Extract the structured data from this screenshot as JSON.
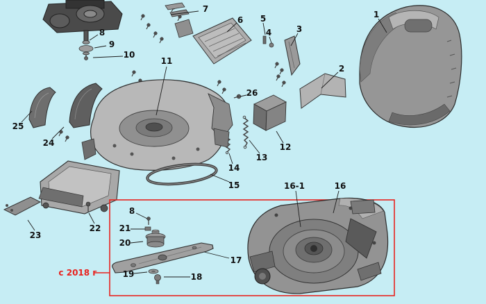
{
  "diagram": {
    "background_color": "#c6edf4",
    "highlight_color": "#e8211d",
    "note": {
      "label": "с 2018 г"
    },
    "callouts": [
      {
        "label": "7"
      },
      {
        "label": "6"
      },
      {
        "label": "5"
      },
      {
        "label": "4"
      },
      {
        "label": "3"
      },
      {
        "label": "1"
      },
      {
        "label": "8"
      },
      {
        "label": "9"
      },
      {
        "label": "10"
      },
      {
        "label": "11"
      },
      {
        "label": "2"
      },
      {
        "label": "26"
      },
      {
        "label": "12"
      },
      {
        "label": "13"
      },
      {
        "label": "14"
      },
      {
        "label": "15"
      },
      {
        "label": "25"
      },
      {
        "label": "24"
      },
      {
        "label": "23"
      },
      {
        "label": "22"
      },
      {
        "label": "8"
      },
      {
        "label": "21"
      },
      {
        "label": "20"
      },
      {
        "label": "17"
      },
      {
        "label": "19"
      },
      {
        "label": "18"
      },
      {
        "label": "16-1"
      },
      {
        "label": "16"
      }
    ]
  }
}
